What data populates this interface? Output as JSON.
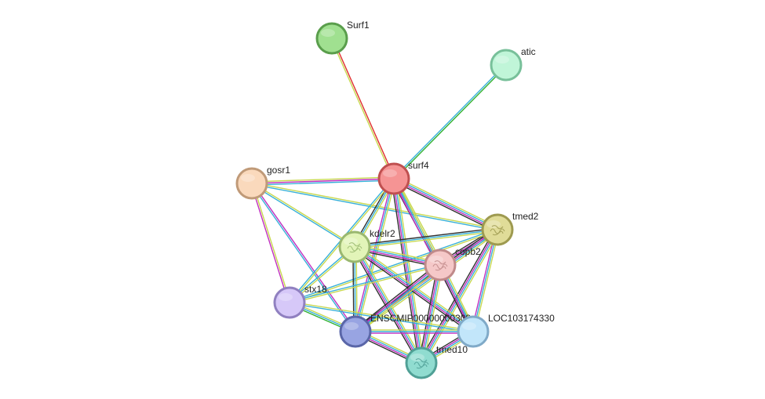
{
  "nodes": [
    {
      "id": "surf1",
      "label": "Surf1",
      "fill": "#a0e090",
      "stroke": "#5a9e4c",
      "icon": ""
    },
    {
      "id": "atic",
      "label": "atic",
      "fill": "#c0f5d8",
      "stroke": "#78c09a",
      "icon": ""
    },
    {
      "id": "surf4",
      "label": "surf4",
      "fill": "#f59494",
      "stroke": "#c05050",
      "icon": ""
    },
    {
      "id": "gosr1",
      "label": "gosr1",
      "fill": "#fad9bc",
      "stroke": "#c09a78",
      "icon": ""
    },
    {
      "id": "tmed2",
      "label": "tmed2",
      "fill": "#e0dc98",
      "stroke": "#9e9a50",
      "icon": "protein-structure-icon"
    },
    {
      "id": "kdelr2",
      "label": "kdelr2",
      "fill": "#e2f4b8",
      "stroke": "#9ab870",
      "icon": "protein-structure-icon"
    },
    {
      "id": "copb2",
      "label": "copb2",
      "fill": "#f5c8c8",
      "stroke": "#c08a8a",
      "icon": "protein-structure-icon"
    },
    {
      "id": "stx18",
      "label": "stx18",
      "fill": "#d6c8f8",
      "stroke": "#9080c0",
      "icon": ""
    },
    {
      "id": "ensc",
      "label": "ENSCMIP00000000308",
      "fill": "#98a4e2",
      "stroke": "#5a66a8",
      "icon": ""
    },
    {
      "id": "loc",
      "label": "LOC103174330",
      "fill": "#c2e6fa",
      "stroke": "#80aac8",
      "icon": ""
    },
    {
      "id": "tmed10",
      "label": "tmed10",
      "fill": "#90dcd0",
      "stroke": "#50a096",
      "icon": "protein-structure-icon"
    }
  ],
  "edge_colors": {
    "textmining": "#c8d850",
    "coexpression": "#303030",
    "experimental": "#c030c0",
    "database": "#38b0d8",
    "neighborhood": "#30b030",
    "fusion": "#e03030",
    "homology": "#8080d0"
  },
  "edges": [
    {
      "source": "surf1",
      "target": "surf4",
      "types": [
        "fusion",
        "textmining"
      ]
    },
    {
      "source": "atic",
      "target": "surf4",
      "types": [
        "neighborhood",
        "database"
      ]
    },
    {
      "source": "gosr1",
      "target": "surf4",
      "types": [
        "textmining",
        "experimental",
        "database"
      ]
    },
    {
      "source": "gosr1",
      "target": "tmed2",
      "types": [
        "textmining",
        "database"
      ]
    },
    {
      "source": "gosr1",
      "target": "kdelr2",
      "types": [
        "textmining",
        "database"
      ]
    },
    {
      "source": "gosr1",
      "target": "stx18",
      "types": [
        "textmining",
        "experimental"
      ]
    },
    {
      "source": "gosr1",
      "target": "ensc",
      "types": [
        "experimental",
        "database"
      ]
    },
    {
      "source": "surf4",
      "target": "tmed2",
      "types": [
        "textmining",
        "database",
        "experimental",
        "coexpression"
      ]
    },
    {
      "source": "surf4",
      "target": "kdelr2",
      "types": [
        "textmining",
        "database",
        "coexpression"
      ]
    },
    {
      "source": "surf4",
      "target": "copb2",
      "types": [
        "textmining",
        "database",
        "experimental",
        "coexpression"
      ]
    },
    {
      "source": "surf4",
      "target": "stx18",
      "types": [
        "textmining",
        "database"
      ]
    },
    {
      "source": "surf4",
      "target": "ensc",
      "types": [
        "textmining",
        "database",
        "experimental"
      ]
    },
    {
      "source": "surf4",
      "target": "loc",
      "types": [
        "textmining",
        "database",
        "experimental"
      ]
    },
    {
      "source": "surf4",
      "target": "tmed10",
      "types": [
        "textmining",
        "database",
        "experimental",
        "coexpression"
      ]
    },
    {
      "source": "tmed2",
      "target": "kdelr2",
      "types": [
        "textmining",
        "database",
        "coexpression"
      ]
    },
    {
      "source": "tmed2",
      "target": "copb2",
      "types": [
        "textmining",
        "database",
        "experimental",
        "coexpression"
      ]
    },
    {
      "source": "tmed2",
      "target": "stx18",
      "types": [
        "textmining",
        "database"
      ]
    },
    {
      "source": "tmed2",
      "target": "ensc",
      "types": [
        "textmining",
        "database",
        "experimental",
        "coexpression"
      ]
    },
    {
      "source": "tmed2",
      "target": "loc",
      "types": [
        "textmining",
        "database",
        "experimental"
      ]
    },
    {
      "source": "tmed2",
      "target": "tmed10",
      "types": [
        "textmining",
        "database",
        "experimental",
        "coexpression"
      ]
    },
    {
      "source": "kdelr2",
      "target": "copb2",
      "types": [
        "textmining",
        "database",
        "experimental",
        "coexpression"
      ]
    },
    {
      "source": "kdelr2",
      "target": "stx18",
      "types": [
        "textmining",
        "database"
      ]
    },
    {
      "source": "kdelr2",
      "target": "ensc",
      "types": [
        "textmining",
        "database",
        "coexpression"
      ]
    },
    {
      "source": "kdelr2",
      "target": "loc",
      "types": [
        "textmining",
        "database",
        "experimental",
        "coexpression"
      ]
    },
    {
      "source": "kdelr2",
      "target": "tmed10",
      "types": [
        "textmining",
        "database",
        "experimental",
        "coexpression"
      ]
    },
    {
      "source": "copb2",
      "target": "stx18",
      "types": [
        "textmining",
        "database"
      ]
    },
    {
      "source": "copb2",
      "target": "ensc",
      "types": [
        "textmining",
        "database",
        "experimental",
        "coexpression"
      ]
    },
    {
      "source": "copb2",
      "target": "loc",
      "types": [
        "textmining",
        "database",
        "experimental",
        "coexpression"
      ]
    },
    {
      "source": "copb2",
      "target": "tmed10",
      "types": [
        "textmining",
        "database",
        "experimental",
        "coexpression"
      ]
    },
    {
      "source": "stx18",
      "target": "ensc",
      "types": [
        "textmining",
        "database",
        "neighborhood"
      ]
    },
    {
      "source": "stx18",
      "target": "loc",
      "types": [
        "textmining",
        "database"
      ]
    },
    {
      "source": "ensc",
      "target": "loc",
      "types": [
        "textmining",
        "database",
        "experimental"
      ]
    },
    {
      "source": "ensc",
      "target": "tmed10",
      "types": [
        "textmining",
        "database",
        "experimental",
        "coexpression"
      ]
    },
    {
      "source": "loc",
      "target": "tmed10",
      "types": [
        "textmining",
        "database",
        "experimental",
        "coexpression"
      ]
    }
  ]
}
